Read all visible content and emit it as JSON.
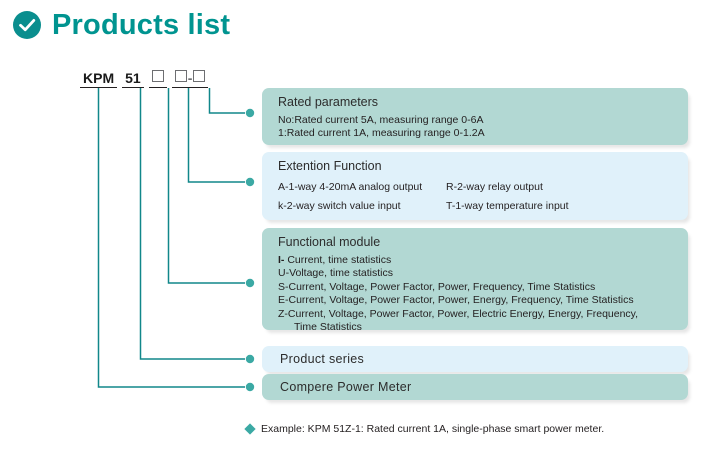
{
  "header": {
    "title": "Products list",
    "badge_icon": "check-circle-icon",
    "accent_color": "#009490"
  },
  "code_line": {
    "segments": [
      {
        "type": "text",
        "value": "KPM"
      },
      {
        "type": "text",
        "value": "51"
      },
      {
        "type": "box"
      },
      {
        "type": "box-dash-box"
      }
    ]
  },
  "panels": [
    {
      "id": "rated-parameters",
      "style": "teal",
      "title": "Rated parameters",
      "lines": [
        "No:Rated current 5A, measuring range 0-6A",
        "1:Rated current 1A, measuring range 0-1.2A"
      ]
    },
    {
      "id": "extention-function",
      "style": "blue",
      "title": "Extention Function",
      "col_a": [
        "A-1-way 4-20mA analog output",
        "k-2-way switch value input"
      ],
      "col_b": [
        "R-2-way relay output",
        "T-1-way temperature input"
      ]
    },
    {
      "id": "functional-module",
      "style": "teal",
      "title": "Functional module",
      "lines": [
        {
          "lead": "I-",
          "rest": " Current, time statistics"
        },
        {
          "lead": "",
          "rest": "U-Voltage, time statistics"
        },
        {
          "lead": "",
          "rest": "S-Current, Voltage, Power Factor, Power, Frequency, Time Statistics"
        },
        {
          "lead": "",
          "rest": "E-Current, Voltage, Power Factor, Power, Energy, Frequency, Time Statistics"
        },
        {
          "lead": "",
          "rest": "Z-Current, Voltage, Power Factor, Power, Electric Energy, Energy, Frequency,"
        },
        {
          "lead": "",
          "rest": "Time Statistics",
          "indent": true
        }
      ]
    },
    {
      "id": "product-series",
      "style": "blue",
      "label": "Product series"
    },
    {
      "id": "compere-power-meter",
      "style": "teal",
      "label": "Compere  Power  Meter"
    }
  ],
  "example": {
    "bullet_icon": "diamond-bullet-icon",
    "text": "Example: KPM 51Z-1: Rated current 1A, single-phase smart power meter."
  },
  "colors": {
    "teal_panel": "#b2d8d3",
    "blue_panel": "#e0f1fa",
    "line": "#11878a",
    "title": "#009490"
  }
}
